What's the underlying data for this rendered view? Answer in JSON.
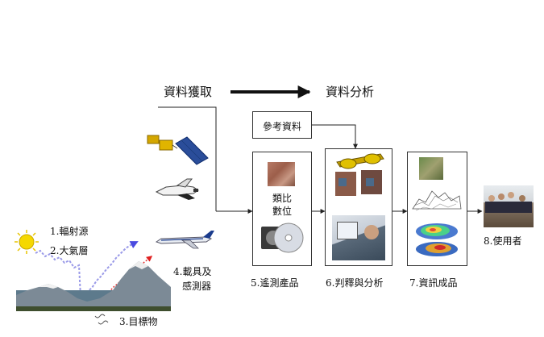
{
  "header": {
    "left": "資料獲取",
    "right": "資料分析"
  },
  "reference_box": "參考資料",
  "analog_digital": {
    "line1": "類比",
    "line2": "數位"
  },
  "labels": {
    "radiation_source": "1.輻射源",
    "atmosphere": "2.大氣層",
    "target": "3.目標物",
    "platform_sensor_1": "4.載具及",
    "platform_sensor_2": "感測器",
    "products": "5.遙測產品",
    "interpretation": "6.判釋與分析",
    "info_products": "7.資訊成品",
    "users": "8.使用者"
  },
  "colors": {
    "sun": "#f5d800",
    "atmosphere_arrow": "#8a8ae0",
    "radiation_arrow": "#e03a3a",
    "line": "#222222"
  }
}
